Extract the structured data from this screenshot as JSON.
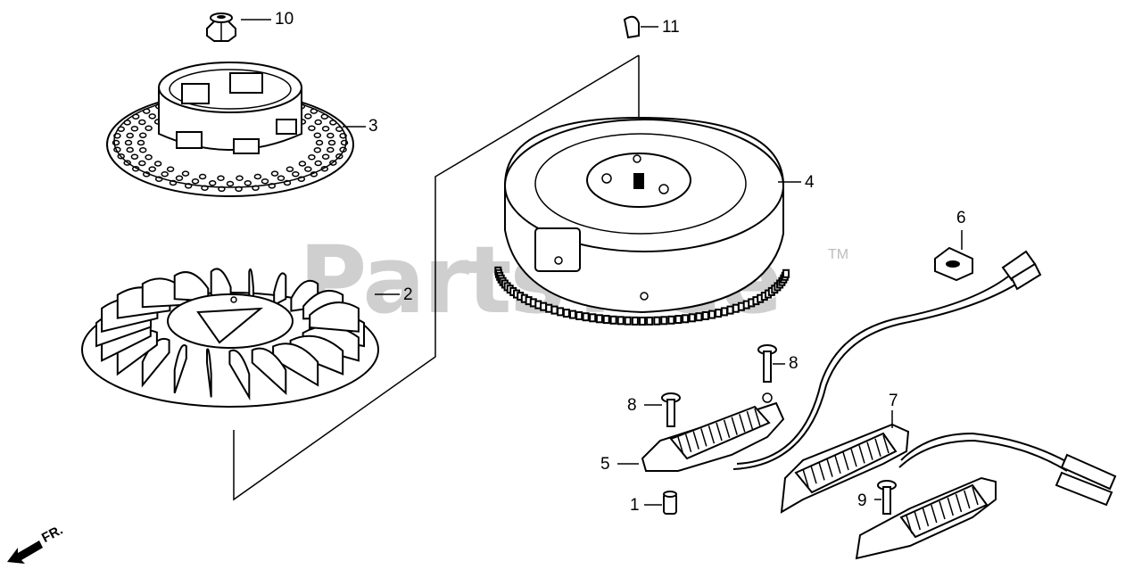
{
  "watermark": {
    "text": "PartsTree",
    "trademark": "TM"
  },
  "direction_label": "FR.",
  "callouts": [
    "1",
    "2",
    "3",
    "4",
    "5",
    "6",
    "7",
    "8",
    "8",
    "9",
    "10",
    "11"
  ],
  "parts": [
    {
      "label": "10",
      "shape": "flange-nut-icon"
    },
    {
      "label": "3",
      "shape": "fan-cover-icon"
    },
    {
      "label": "2",
      "shape": "cooling-fan-icon"
    },
    {
      "label": "11",
      "shape": "woodruff-key-icon"
    },
    {
      "label": "4",
      "shape": "flywheel-icon"
    },
    {
      "label": "6",
      "shape": "grommet-icon"
    },
    {
      "label": "8",
      "shape": "flange-bolt-icon"
    },
    {
      "label": "5",
      "shape": "ignition-coil-icon"
    },
    {
      "label": "7",
      "shape": "charge-coil-icon"
    },
    {
      "label": "9",
      "shape": "flange-bolt-icon"
    },
    {
      "label": "1",
      "shape": "dowel-pin-icon"
    }
  ],
  "colors": {
    "ink": "#000000",
    "watermark": "#cfcfcf",
    "background": "#ffffff"
  }
}
